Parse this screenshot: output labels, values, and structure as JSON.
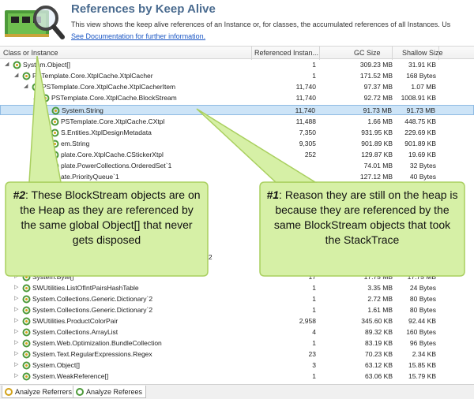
{
  "header": {
    "title": "References by Keep Alive",
    "description": "This view shows the keep alive references of an Instance or, for classes, the accumulated references of all Instances. Us",
    "doc_link": "See Documentation for further information."
  },
  "columns": {
    "class": "Class or Instance",
    "referenced": "Referenced Instan...",
    "gc_size": "GC Size",
    "shallow": "Shallow Size"
  },
  "rows": [
    {
      "name": "System.Object[]",
      "ref": "1",
      "gc": "309.23 MB",
      "sh": "31.91 KB"
    },
    {
      "name": "PSTemplate.Core.XtplCache.XtplCacher",
      "ref": "1",
      "gc": "171.52 MB",
      "sh": "168 Bytes"
    },
    {
      "name": "PSTemplate.Core.XtplCache.XtplCacherItem",
      "ref": "11,740",
      "gc": "97.37 MB",
      "sh": "1.07 MB"
    },
    {
      "name": "PSTemplate.Core.XtplCache.BlockStream",
      "ref": "11,740",
      "gc": "92.72 MB",
      "sh": "1008.91 KB"
    },
    {
      "name": "System.String",
      "ref": "11,740",
      "gc": "91.73 MB",
      "sh": "91.73 MB"
    },
    {
      "name": "PSTemplate.Core.XtplCache.CXtpl",
      "ref": "11,488",
      "gc": "1.66 MB",
      "sh": "448.75 KB"
    },
    {
      "name": "S.Entities.XtplDesignMetadata",
      "ref": "7,350",
      "gc": "931.95 KB",
      "sh": "229.69 KB"
    },
    {
      "name": "em.String",
      "ref": "9,305",
      "gc": "901.89 KB",
      "sh": "901.89 KB"
    },
    {
      "name": "plate.Core.XtplCache.CStickerXtpl",
      "ref": "252",
      "gc": "129.87 KB",
      "sh": "19.69 KB"
    },
    {
      "name": "plate.PowerCollections.OrderedSet`1",
      "ref": "",
      "gc": "74.01 MB",
      "sh": "32 Bytes"
    },
    {
      "name": "ate.PriorityQueue`1",
      "ref": "",
      "gc": "127.12 MB",
      "sh": "40 Bytes"
    },
    {
      "name": "System.Byte[]",
      "ref": "17",
      "gc": "17.75 MB",
      "sh": "17.75 MB"
    },
    {
      "name": "SWUtilities.ListOfIntPairsHashTable",
      "ref": "1",
      "gc": "3.35 MB",
      "sh": "24 Bytes"
    },
    {
      "name": "System.Collections.Generic.Dictionary`2",
      "ref": "1",
      "gc": "2.72 MB",
      "sh": "80 Bytes"
    },
    {
      "name": "System.Collections.Generic.Dictionary`2",
      "ref": "1",
      "gc": "1.61 MB",
      "sh": "80 Bytes"
    },
    {
      "name": "SWUtilities.ProductColorPair",
      "ref": "2,958",
      "gc": "345.60 KB",
      "sh": "92.44 KB"
    },
    {
      "name": "System.Collections.ArrayList",
      "ref": "4",
      "gc": "89.32 KB",
      "sh": "160 Bytes"
    },
    {
      "name": "System.Web.Optimization.BundleCollection",
      "ref": "1",
      "gc": "83.19 KB",
      "sh": "96 Bytes"
    },
    {
      "name": "System.Text.RegularExpressions.Regex",
      "ref": "23",
      "gc": "70.23 KB",
      "sh": "2.34 KB"
    },
    {
      "name": "System.Object[]",
      "ref": "3",
      "gc": "63.12 KB",
      "sh": "15.85 KB"
    },
    {
      "name": "System.WeakReference[]",
      "ref": "1",
      "gc": "63.06 KB",
      "sh": "15.79 KB"
    }
  ],
  "hidden_fragment": "`2",
  "callouts": {
    "left_tag": "#2",
    "left_text": ": These BlockStream objects are on the Heap as they are referenced by the same global Object[] that never gets disposed",
    "right_tag": "#1",
    "right_text": ": Reason they are still on the heap is because they are referenced by the same BlockStream objects that took the StackTrace"
  },
  "tabs": {
    "referrers": "Analyze Referrers",
    "referees": "Analyze Referees"
  },
  "colors": {
    "callout_fill": "#d6f0a6",
    "callout_border": "#a9cf5f",
    "title": "#4a6b8f",
    "selection": "#cde4f7"
  }
}
